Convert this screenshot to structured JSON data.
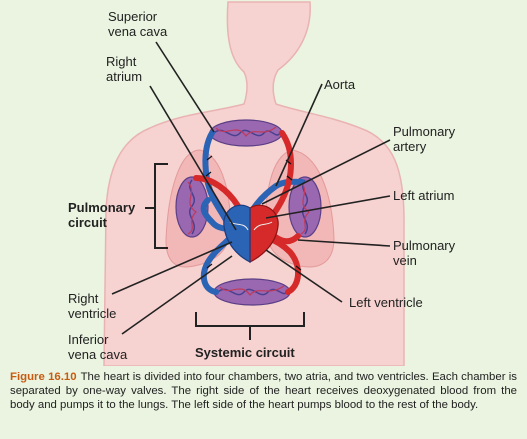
{
  "labels": {
    "superior_vena_cava": "Superior\nvena cava",
    "right_atrium": "Right\natrium",
    "aorta": "Aorta",
    "pulmonary_artery": "Pulmonary\nartery",
    "left_atrium": "Left atrium",
    "pulmonary_circuit": "Pulmonary\ncircuit",
    "pulmonary_vein": "Pulmonary\nvein",
    "right_ventricle": "Right\nventricle",
    "left_ventricle": "Left ventricle",
    "inferior_vena_cava": "Inferior\nvena cava",
    "systemic_circuit": "Systemic circuit"
  },
  "caption": {
    "figure_number": "Figure 16.10",
    "text": "The heart is divided into four chambers, two atria, and two ventricles. Each chamber is separated by one-way valves. The right side of the heart receives deoxygenated blood from the body and pumps it to the lungs. The left side of the heart pumps blood to the rest of the body."
  },
  "colors": {
    "background": "#eaf4e0",
    "body": "#f6d2d0",
    "oxygenated": "#d62a2a",
    "deoxygenated": "#2b63b5",
    "caption_accent": "#c75b12"
  }
}
